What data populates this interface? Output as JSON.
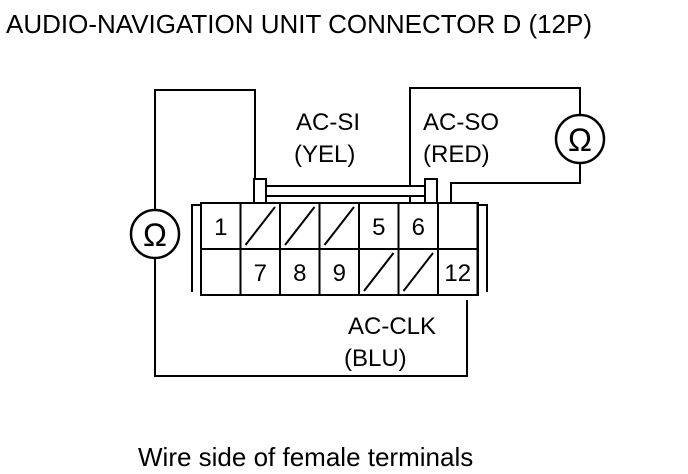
{
  "title": "AUDIO-NAVIGATION UNIT CONNECTOR D (12P)",
  "caption": "Wire side of female terminals",
  "ohm_symbol": "Ω",
  "meters": [
    {
      "name": "ohmmeter-left-icon",
      "symbol": "Ω"
    },
    {
      "name": "ohmmeter-right-icon",
      "symbol": "Ω"
    }
  ],
  "wires": {
    "ac_si": {
      "signal": "AC-SI",
      "color": "(YEL)"
    },
    "ac_so": {
      "signal": "AC-SO",
      "color": "(RED)"
    },
    "ac_clk": {
      "signal": "AC-CLK",
      "color": "(BLU)"
    }
  },
  "connector": {
    "top_row": [
      "1",
      "",
      "",
      "",
      "5",
      "6",
      ""
    ],
    "bottom_row": [
      "",
      "7",
      "8",
      "9",
      "",
      "",
      "12"
    ]
  }
}
